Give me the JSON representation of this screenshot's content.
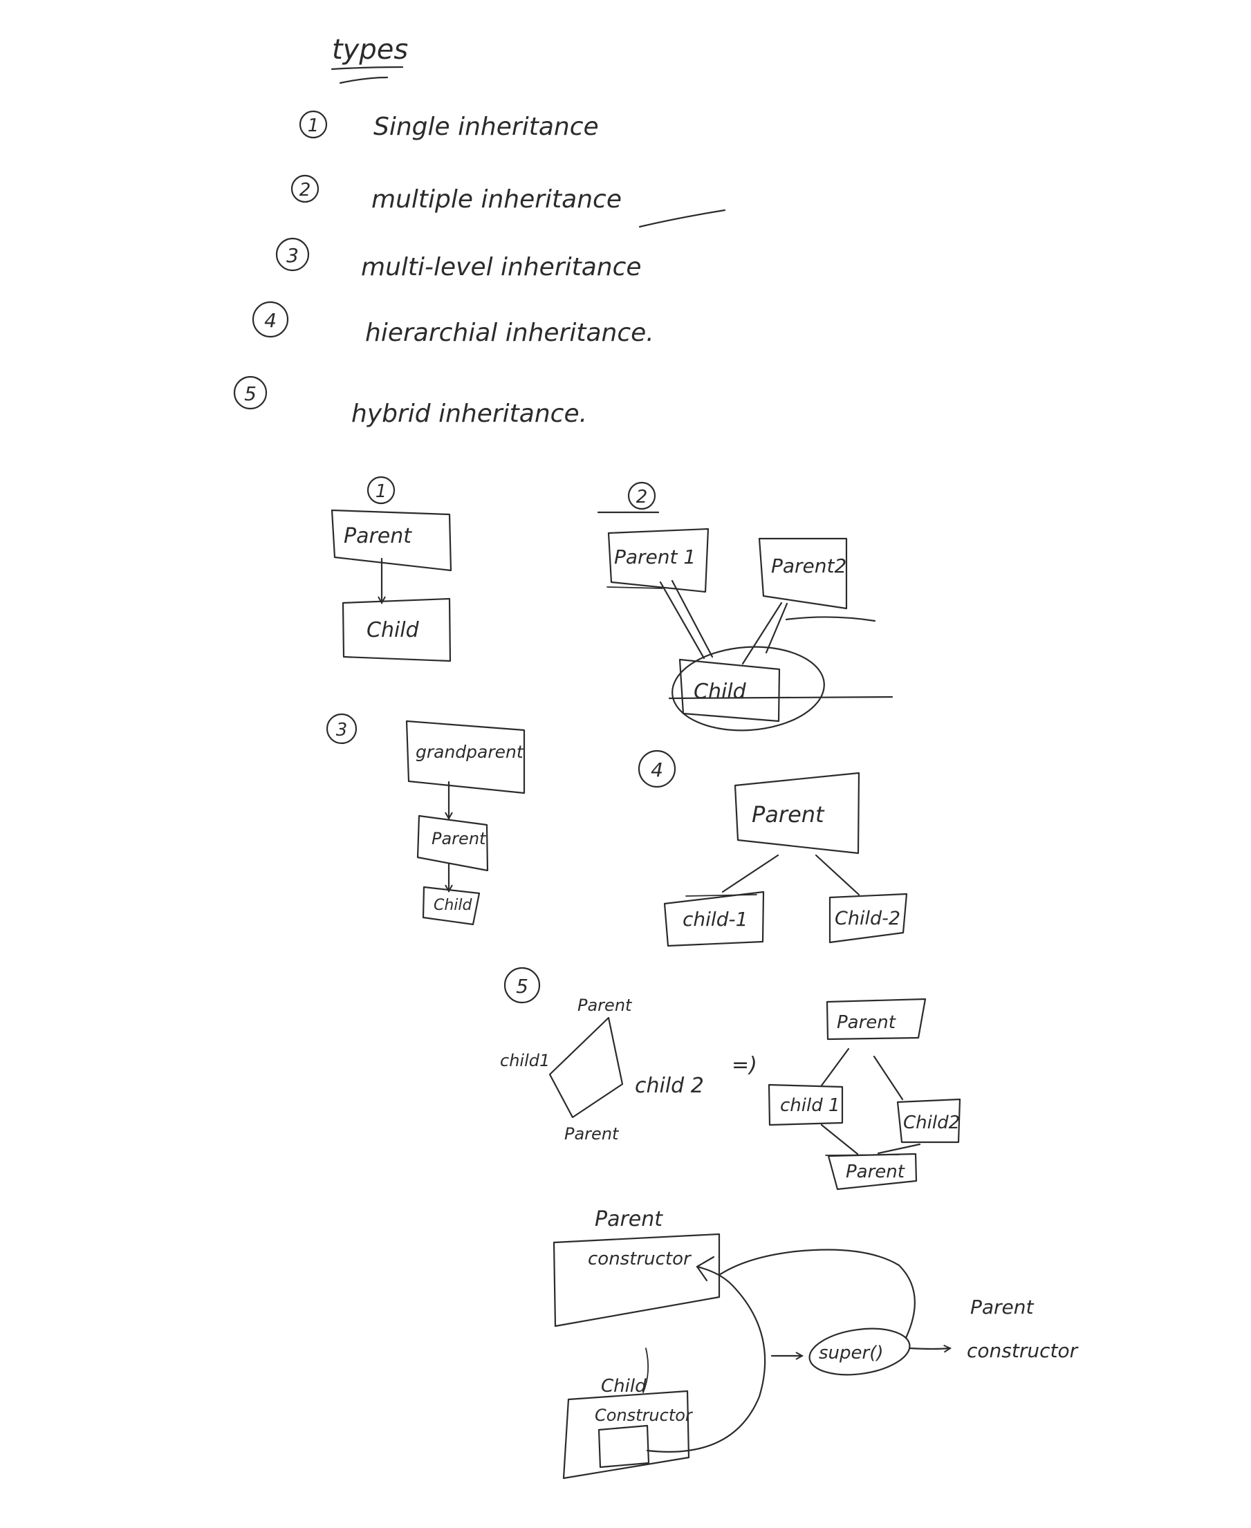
{
  "heading": "types",
  "list": [
    {
      "number": "1",
      "text": "Single inheritance"
    },
    {
      "number": "2",
      "text": "multiple inheritance"
    },
    {
      "number": "3",
      "text": "multi-level inheritance"
    },
    {
      "number": "4",
      "text": "hierarchial inheritance."
    },
    {
      "number": "5",
      "text": "hybrid inheritance."
    }
  ],
  "single": {
    "number": "1",
    "parent": "Parent",
    "child": "Child"
  },
  "multiple": {
    "number": "2",
    "parent1": "Parent 1",
    "parent2": "Parent2",
    "child": "Child"
  },
  "multilevel": {
    "number": "3",
    "grandparent": "grandparent",
    "parent": "Parent",
    "child": "Child"
  },
  "hierarchical": {
    "number": "4",
    "parent": "Parent",
    "child1": "child-1",
    "child2": "Child-2"
  },
  "hybrid": {
    "number": "5",
    "top": "Parent",
    "left": "child1",
    "right": "child 2",
    "bottom": "Parent",
    "arrow": "=)",
    "box_top": "Parent",
    "box_child1": "child 1",
    "box_child2": "Child2",
    "box_bottom": "Parent"
  },
  "constructor": {
    "parent_title": "Parent",
    "parent_box": "constructor",
    "child_title": "Child",
    "child_box": "Constructor",
    "super_call": "super()",
    "result_line1": "Parent",
    "result_line2": "constructor"
  }
}
